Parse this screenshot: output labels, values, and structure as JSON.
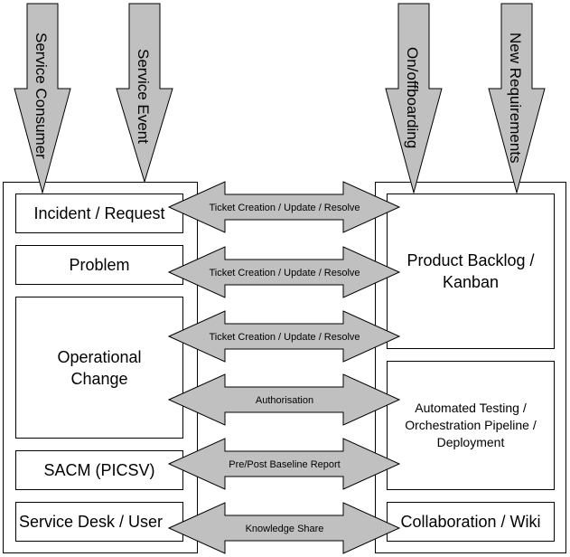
{
  "inputs": [
    {
      "label": "Service Consumer"
    },
    {
      "label": "Service Event"
    },
    {
      "label": "On/offboarding"
    },
    {
      "label": "New Requirements"
    }
  ],
  "left_boxes": [
    {
      "label": "Incident / Request"
    },
    {
      "label": "Problem"
    },
    {
      "label": "Operational Change"
    },
    {
      "label": "SACM (PICSV)"
    },
    {
      "label": "Service Desk / User"
    }
  ],
  "right_boxes": [
    {
      "label": "Product Backlog / Kanban"
    },
    {
      "label": "Automated Testing / Orchestration Pipeline / Deployment"
    },
    {
      "label": "Collaboration / Wiki"
    }
  ],
  "connectors": [
    {
      "label": "Ticket Creation / Update / Resolve"
    },
    {
      "label": "Ticket Creation / Update / Resolve"
    },
    {
      "label": "Ticket Creation / Update / Resolve"
    },
    {
      "label": "Authorisation"
    },
    {
      "label": "Pre/Post Baseline Report"
    },
    {
      "label": "Knowledge Share"
    }
  ],
  "colors": {
    "arrow_fill": "#c0c0c0",
    "stroke": "#000000",
    "box_fill": "#ffffff"
  }
}
